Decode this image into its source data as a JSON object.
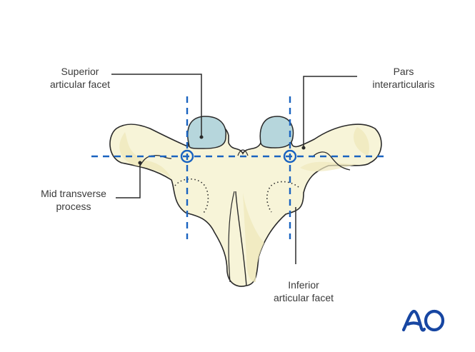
{
  "diagram": {
    "subject": "Vertebra posterior view with screw entry landmarks",
    "labels": {
      "superior_articular_facet": [
        "Superior",
        "articular facet"
      ],
      "pars_interarticularis": [
        "Pars",
        "interarticularis"
      ],
      "mid_transverse_process": [
        "Mid transverse",
        "process"
      ],
      "inferior_articular_facet": [
        "Inferior",
        "articular facet"
      ]
    },
    "colors": {
      "bone_fill": "#f7f4d8",
      "bone_shade": "#efe8bd",
      "facet_fill": "#b6d6dc",
      "outline": "#2a2a2a",
      "guide_line": "#1a63c0",
      "leader_line": "#2a2a2a",
      "logo": "#1746a2"
    },
    "logo": "AO"
  }
}
